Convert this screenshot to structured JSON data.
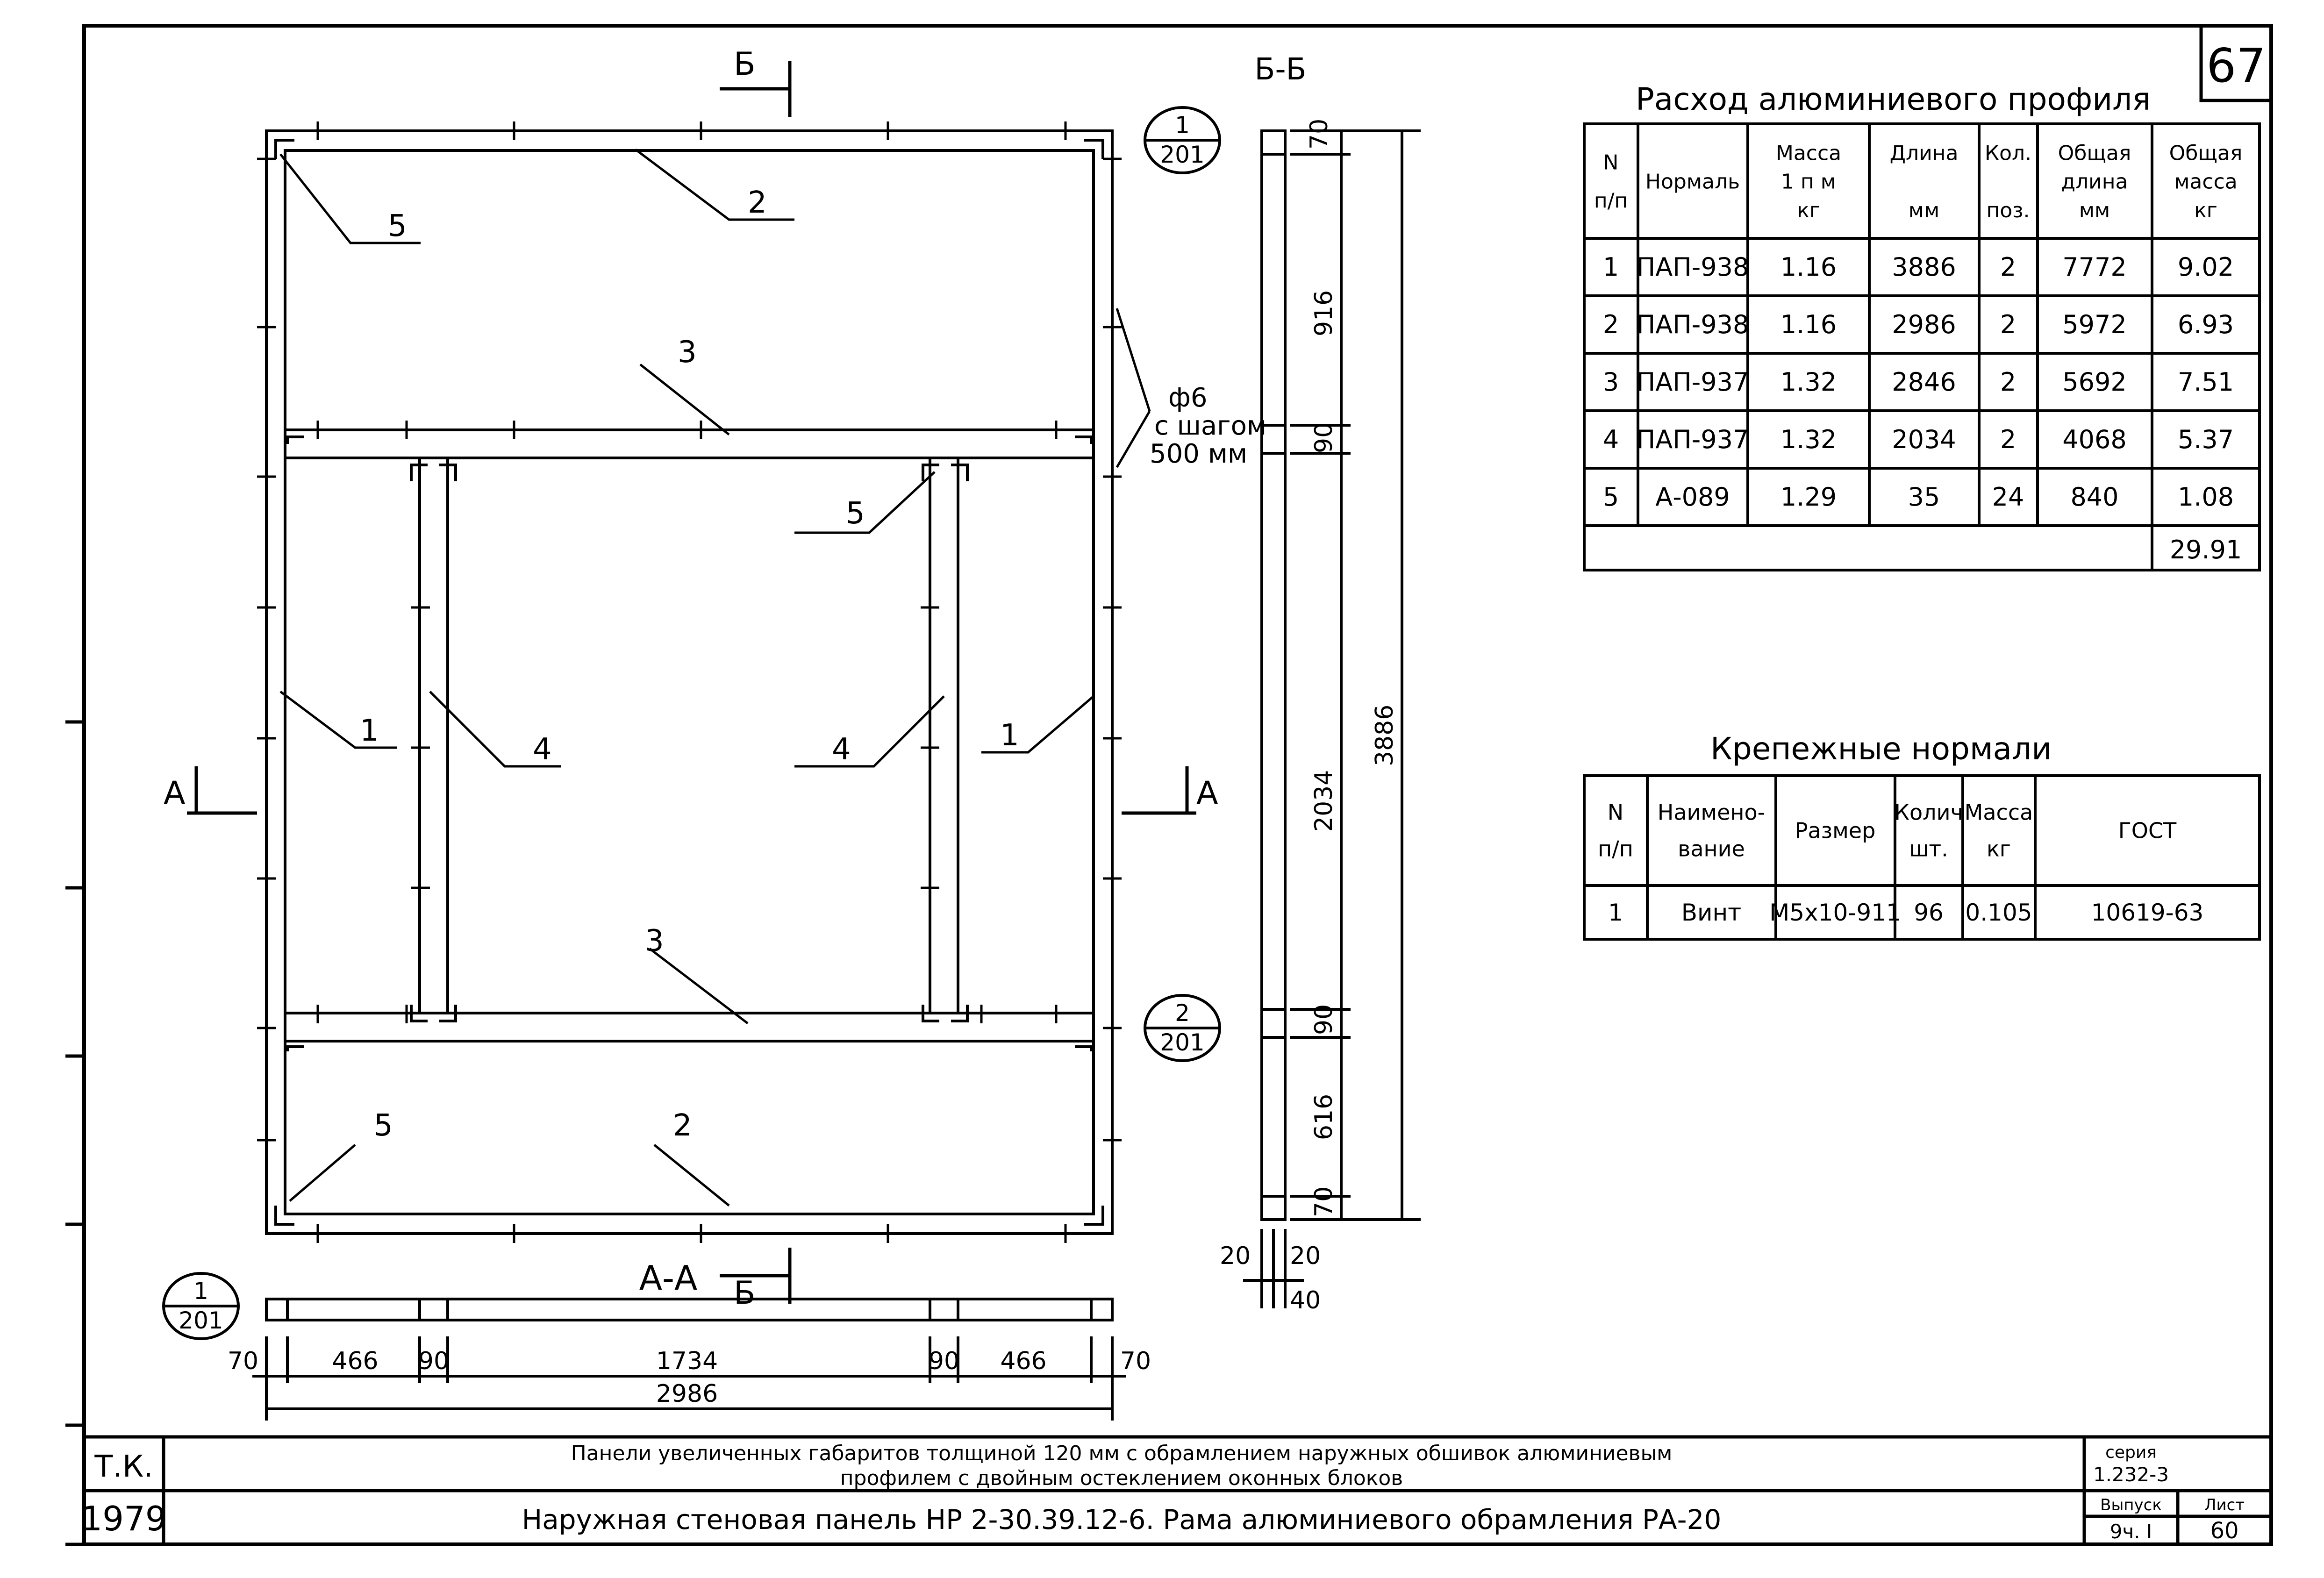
{
  "sheet_number": "67",
  "profile_table": {
    "title": "Расход алюминиевого профиля",
    "headers": [
      [
        "N",
        "п/п"
      ],
      [
        "Нормаль"
      ],
      [
        "Масса",
        "1 п м",
        "кг"
      ],
      [
        "Длина",
        "",
        "мм"
      ],
      [
        "Кол.",
        "",
        "поз."
      ],
      [
        "Общая",
        "длина",
        "мм"
      ],
      [
        "Общая",
        "масса",
        "кг"
      ]
    ],
    "rows": [
      [
        "1",
        "ПАП-938",
        "1.16",
        "3886",
        "2",
        "7772",
        "9.02"
      ],
      [
        "2",
        "ПАП-938",
        "1.16",
        "2986",
        "2",
        "5972",
        "6.93"
      ],
      [
        "3",
        "ПАП-937",
        "1.32",
        "2846",
        "2",
        "5692",
        "7.51"
      ],
      [
        "4",
        "ПАП-937",
        "1.32",
        "2034",
        "2",
        "4068",
        "5.37"
      ],
      [
        "5",
        "А-089",
        "1.29",
        "35",
        "24",
        "840",
        "1.08"
      ]
    ],
    "total": "29.91"
  },
  "fastener_table": {
    "title": "Крепежные нормали",
    "headers": [
      [
        "N",
        "п/п"
      ],
      [
        "Наимено-",
        "вание"
      ],
      [
        "Размер"
      ],
      [
        "Колич",
        "шт."
      ],
      [
        "Масса",
        "кг"
      ],
      [
        "ГОСТ"
      ]
    ],
    "rows": [
      [
        "1",
        "Винт",
        "М5х10-911",
        "96",
        "0.105",
        "10619-63"
      ]
    ]
  },
  "drawing": {
    "section_bb": "Б-Б",
    "section_aa": "А-А",
    "cut_a": "А",
    "cut_b": "Б",
    "note_hole": "ф6",
    "note_step_1": "с шагом",
    "note_step_2": "500 мм",
    "callouts": [
      "1",
      "2",
      "3",
      "4",
      "5"
    ],
    "detail_1": {
      "num": "1",
      "sheet": "201"
    },
    "detail_2": {
      "num": "2",
      "sheet": "201"
    },
    "dims_vertical": [
      "70",
      "916",
      "90",
      "2034",
      "90",
      "616",
      "70"
    ],
    "dim_total_vertical": "3886",
    "dims_horizontal": [
      "70",
      "466",
      "90",
      "1734",
      "90",
      "466",
      "70"
    ],
    "dim_total_horizontal": "2986",
    "dims_profile": [
      "20",
      "20",
      "40"
    ]
  },
  "title_block": {
    "tk": "Т.К.",
    "year": "1979",
    "title_line1": "Панели увеличенных габаритов толщиной 120 мм с обрамлением наружных обшивок алюминиевым",
    "title_line2": "профилем с двойным остеклением оконных блоков",
    "sheet_title": "Наружная стеновая панель НР 2-30.39.12-6. Рама алюминиевого обрамления РА-20",
    "series_label": "серия",
    "series": "1.232-3",
    "issue_label": "Выпуск",
    "issue": "9ч. I",
    "sheet_label": "Лист",
    "sheet": "60"
  }
}
